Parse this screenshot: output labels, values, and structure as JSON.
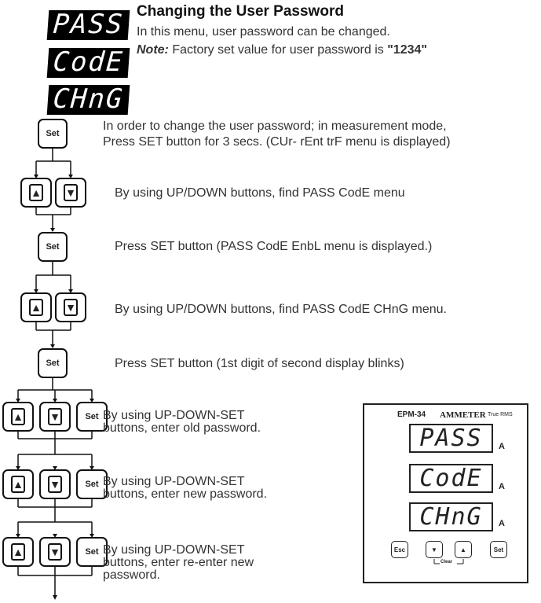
{
  "segment_labels": [
    "PASS",
    "CodE",
    "CHnG"
  ],
  "header": {
    "title": "Changing the User Password",
    "intro": "In this menu, user password can be changed.",
    "note_label": "Note:",
    "note_text": " Factory set value for user password is ",
    "note_value": "\"1234\""
  },
  "buttons": {
    "set": "Set",
    "esc": "Esc",
    "up": "▲",
    "down": "▼"
  },
  "steps": [
    "In order to change the user password; in measurement mode,",
    "Press SET button for 3 secs. (CUr- rEnt trF menu is displayed)",
    "By using UP/DOWN buttons, find PASS CodE menu",
    "Press SET button (PASS CodE EnbL menu is displayed.)",
    "By using UP/DOWN buttons, find PASS CodE CHnG menu.",
    "Press SET button (1st digit of second display blinks)",
    "By using UP-DOWN-SET buttons, enter old password.",
    "By using UP-DOWN-SET buttons, enter new password.",
    "By using UP-DOWN-SET buttons, enter re-enter new password."
  ],
  "device": {
    "model": "EPM-34",
    "type": "AMMETER",
    "rms": "True RMS",
    "displays": [
      "PASS",
      "CodE",
      "CHnG"
    ],
    "unit": "A",
    "clear_label": "Clear"
  }
}
